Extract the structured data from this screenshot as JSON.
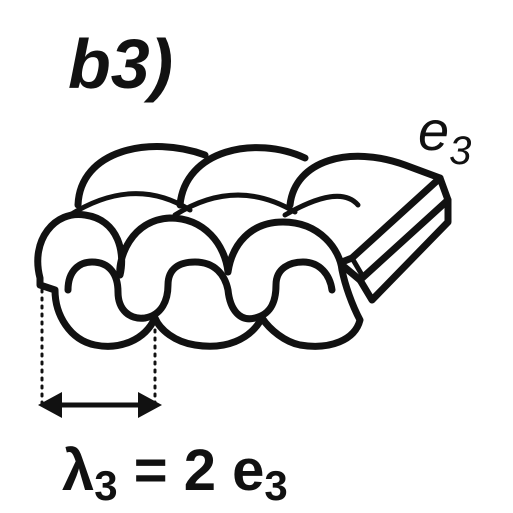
{
  "panel_label": "b3)",
  "thickness_label": {
    "symbol": "e",
    "subscript": "3"
  },
  "formula": {
    "lhs_symbol": "λ",
    "lhs_subscript": "3",
    "equals": " = 2 ",
    "rhs_symbol": "e",
    "rhs_subscript": "3"
  }
}
